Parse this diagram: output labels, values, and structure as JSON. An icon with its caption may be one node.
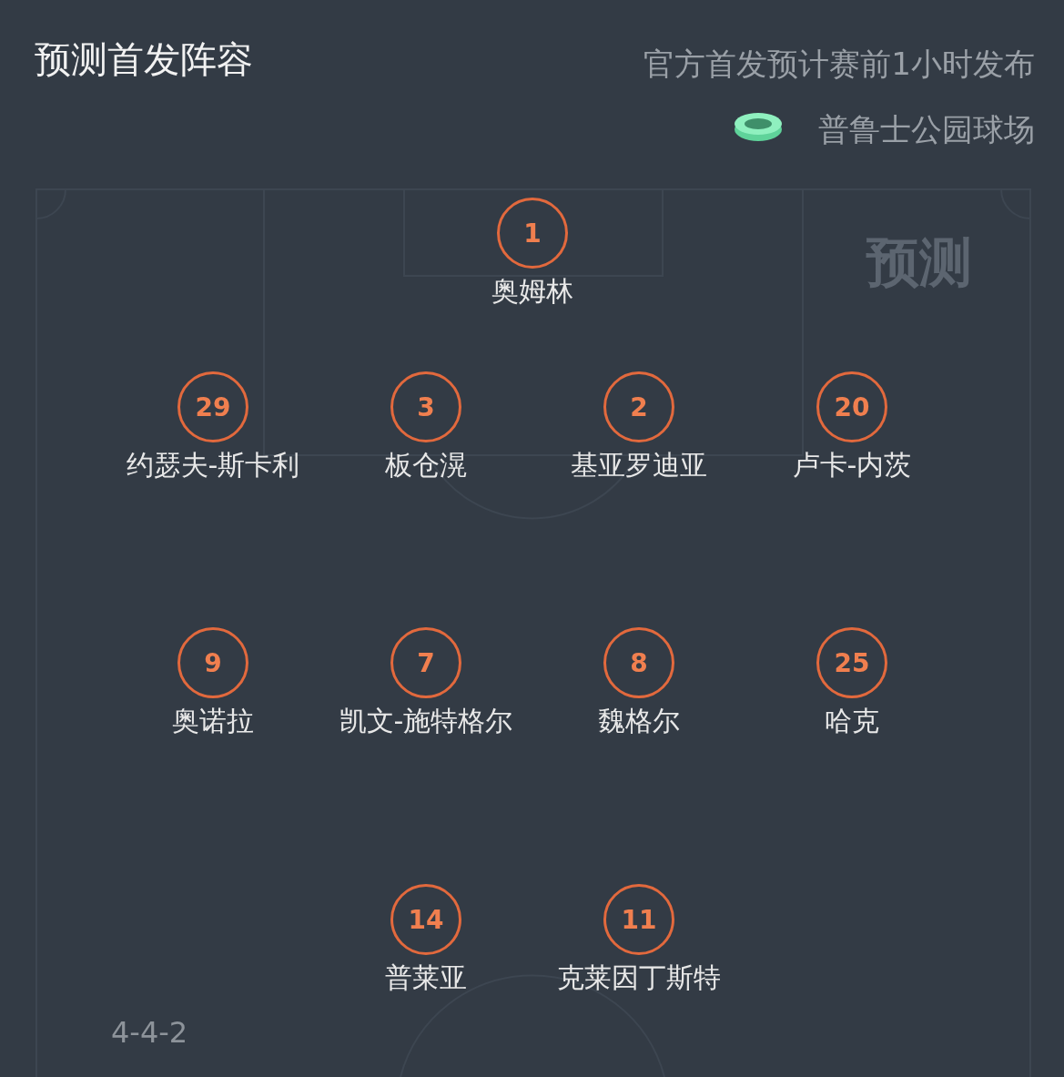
{
  "diagram": {
    "title": "预测首发阵容",
    "nodes": [
      {
        "text": [
          "1"
        ],
        "beside": [
          "奥姆林"
        ]
      },
      {
        "text": [
          "29"
        ],
        "beside": [
          "约瑟夫-斯卡利"
        ]
      },
      {
        "text": [
          "3"
        ],
        "beside": [
          "板仓滉"
        ]
      },
      {
        "text": [
          "2"
        ],
        "beside": [
          "基亚罗迪亚"
        ]
      },
      {
        "text": [
          "20"
        ],
        "beside": [
          "卢卡-内茨"
        ]
      },
      {
        "text": [
          "9"
        ],
        "beside": [
          "奥诺拉"
        ]
      },
      {
        "text": [
          "7"
        ],
        "beside": [
          "凯文-施特格尔"
        ]
      },
      {
        "text": [
          "8"
        ],
        "beside": [
          "魏格尔"
        ]
      },
      {
        "text": [
          "25"
        ],
        "beside": [
          "哈克"
        ]
      },
      {
        "text": [
          "14"
        ],
        "beside": [
          "普莱亚"
        ]
      },
      {
        "text": [
          "11"
        ],
        "beside": [
          "克莱因丁斯特"
        ]
      }
    ],
    "labels": [
      "官方首发预计赛前1小时发布",
      "普鲁士公园球场",
      "预测",
      "4-4-2"
    ]
  }
}
